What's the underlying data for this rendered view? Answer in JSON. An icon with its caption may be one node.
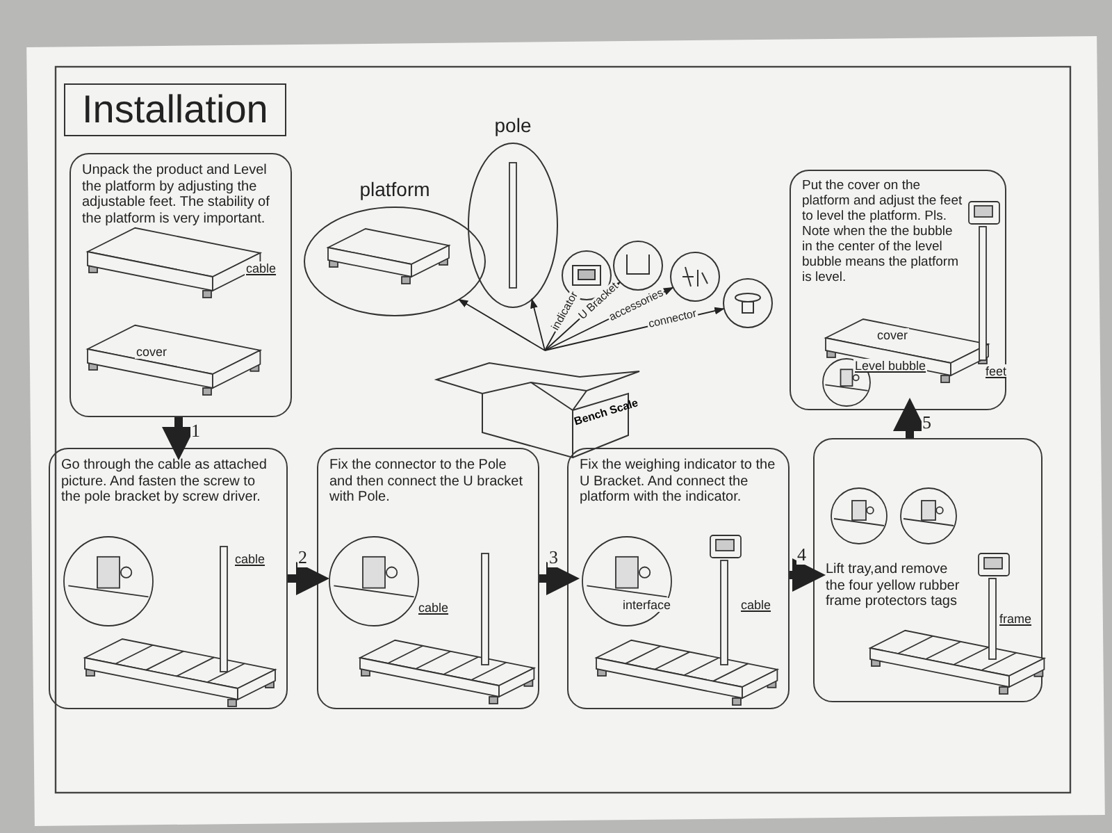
{
  "diagram": {
    "title": "Installation",
    "nodes": [
      {
        "text": [
          "Unpack the product and Level the platform by adjusting the adjustable feet. The stability of the platform is very important."
        ]
      },
      {
        "text": [
          "Bench Scale"
        ]
      },
      {
        "text": [
          "platform"
        ]
      },
      {
        "text": [
          "pole"
        ]
      },
      {
        "text": [],
        "shape": "picture"
      },
      {
        "text": [],
        "shape": "picture"
      },
      {
        "text": [],
        "shape": "picture"
      },
      {
        "text": [],
        "shape": "picture"
      },
      {
        "text": [
          "Go through the cable as attached picture. And fasten the screw to the pole bracket by screw driver."
        ]
      },
      {
        "text": [
          "Fix the connector to the Pole and then connect the U bracket with Pole."
        ]
      },
      {
        "text": [
          "Fix the weighing indicator to the U Bracket. And connect the platform with the indicator."
        ]
      },
      {
        "text": [
          "Lift tray,and remove the four yellow rubber frame protectors tags"
        ]
      },
      {
        "text": [
          "Put the cover on the platform and adjust the feet to level the platform. Pls. Note when the the bubble in the center of the level bubble means the platform is level."
        ]
      }
    ],
    "edges": [
      {
        "from": 1,
        "to": 2,
        "arrow": "to"
      },
      {
        "from": 1,
        "to": 3,
        "arrow": "to"
      },
      {
        "from": 1,
        "to": 4,
        "arrow": "to",
        "label": "indicator"
      },
      {
        "from": 1,
        "to": 5,
        "arrow": "to",
        "label": "U Bracket"
      },
      {
        "from": 1,
        "to": 6,
        "arrow": "to",
        "label": "accessories"
      },
      {
        "from": 1,
        "to": 7,
        "arrow": "to",
        "label": "connector"
      },
      {
        "from": 0,
        "to": 8,
        "arrow": "to",
        "label": "1",
        "style": "thick"
      },
      {
        "from": 8,
        "to": 9,
        "arrow": "to",
        "label": "2",
        "style": "thick"
      },
      {
        "from": 9,
        "to": 10,
        "arrow": "to",
        "label": "3",
        "style": "thick"
      },
      {
        "from": 10,
        "to": 11,
        "arrow": "to",
        "label": "4",
        "style": "thick"
      },
      {
        "from": 11,
        "to": 12,
        "arrow": "to",
        "label": "5",
        "style": "thick"
      }
    ],
    "labels": [
      "cable",
      "cover",
      "cable",
      "cable",
      "interface",
      "cable",
      "frame",
      "cover",
      "Level bubble",
      "feet"
    ]
  }
}
